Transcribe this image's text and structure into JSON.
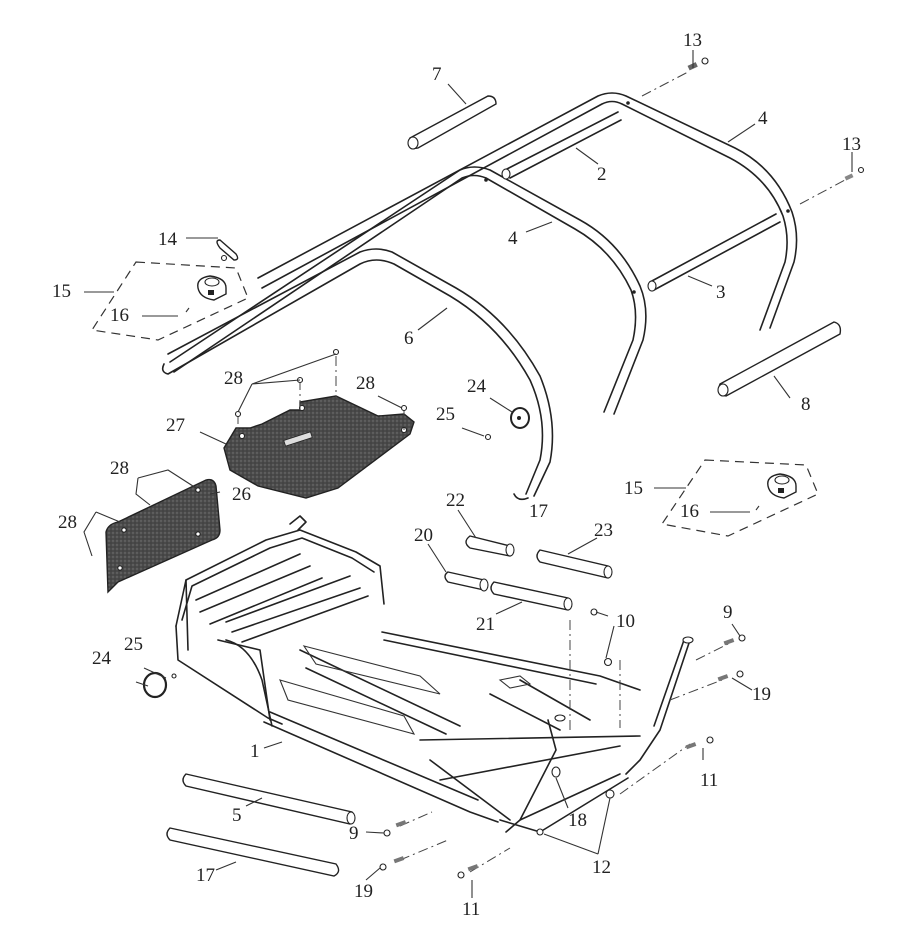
{
  "diagram": {
    "title": "",
    "type": "exploded parts diagram",
    "subject": "go-kart frame and roll cage",
    "parts": [
      {
        "ref": "1",
        "label": "1",
        "name": "main frame"
      },
      {
        "ref": "2",
        "label": "2",
        "name": "roll cage cross tube (front)"
      },
      {
        "ref": "3",
        "label": "3",
        "name": "roll cage cross tube (rear)"
      },
      {
        "ref": "4a",
        "label": "4",
        "name": "roll cage hoop (rear)"
      },
      {
        "ref": "4b",
        "label": "4",
        "name": "roll cage hoop (middle)"
      },
      {
        "ref": "5",
        "label": "5",
        "name": "padding tube"
      },
      {
        "ref": "6",
        "label": "6",
        "name": "front roll hoop"
      },
      {
        "ref": "7",
        "label": "7",
        "name": "padding tube"
      },
      {
        "ref": "8",
        "label": "8",
        "name": "padding tube"
      },
      {
        "ref": "9a",
        "label": "9",
        "name": "bolt"
      },
      {
        "ref": "9b",
        "label": "9",
        "name": "bolt"
      },
      {
        "ref": "10",
        "label": "10",
        "name": "nut"
      },
      {
        "ref": "11a",
        "label": "11",
        "name": "bolt"
      },
      {
        "ref": "11b",
        "label": "11",
        "name": "bolt"
      },
      {
        "ref": "12",
        "label": "12",
        "name": "nut"
      },
      {
        "ref": "13a",
        "label": "13",
        "name": "bolt"
      },
      {
        "ref": "13b",
        "label": "13",
        "name": "bolt"
      },
      {
        "ref": "14",
        "label": "14",
        "name": "bracket"
      },
      {
        "ref": "15a",
        "label": "15",
        "name": "clamp assembly"
      },
      {
        "ref": "15b",
        "label": "15",
        "name": "clamp assembly"
      },
      {
        "ref": "16a",
        "label": "16",
        "name": "screw"
      },
      {
        "ref": "16b",
        "label": "16",
        "name": "screw"
      },
      {
        "ref": "17a",
        "label": "17",
        "name": "padding tube"
      },
      {
        "ref": "17b",
        "label": "17",
        "name": "front roll hoop leg"
      },
      {
        "ref": "18",
        "label": "18",
        "name": "washer"
      },
      {
        "ref": "19a",
        "label": "19",
        "name": "bolt"
      },
      {
        "ref": "19b",
        "label": "19",
        "name": "bolt"
      },
      {
        "ref": "20",
        "label": "20",
        "name": "padding sleeve"
      },
      {
        "ref": "21",
        "label": "21",
        "name": "padding sleeve"
      },
      {
        "ref": "22",
        "label": "22",
        "name": "padding sleeve"
      },
      {
        "ref": "23",
        "label": "23",
        "name": "padding sleeve"
      },
      {
        "ref": "24a",
        "label": "24",
        "name": "end cap"
      },
      {
        "ref": "24b",
        "label": "24",
        "name": "end cap"
      },
      {
        "ref": "25a",
        "label": "25",
        "name": "screw"
      },
      {
        "ref": "25b",
        "label": "25",
        "name": "screw"
      },
      {
        "ref": "26",
        "label": "26",
        "name": "side panel mat"
      },
      {
        "ref": "27",
        "label": "27",
        "name": "floor mat"
      },
      {
        "ref": "28a",
        "label": "28",
        "name": "rivet"
      },
      {
        "ref": "28b",
        "label": "28",
        "name": "rivet"
      },
      {
        "ref": "28c",
        "label": "28",
        "name": "rivet"
      },
      {
        "ref": "28d",
        "label": "28",
        "name": "rivet"
      }
    ]
  }
}
